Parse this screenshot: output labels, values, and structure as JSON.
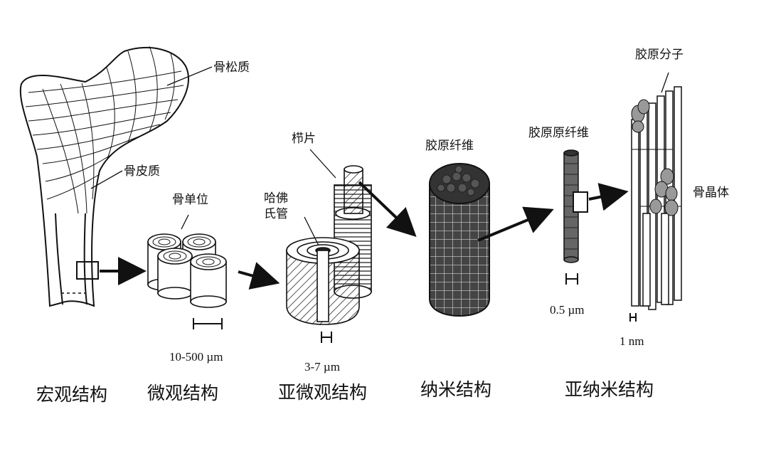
{
  "labels": {
    "cancellous_bone": "骨松质",
    "cortical_bone": "骨皮质",
    "osteon": "骨单位",
    "haversian_canal": "哈佛\n氏管",
    "lamella": "栉片",
    "collagen_fiber": "胶原纤维",
    "collagen_fibril": "胶原原纤维",
    "collagen_molecule": "胶原分子",
    "bone_crystal": "骨晶体"
  },
  "scales": {
    "micro": "10-500 µm",
    "submicro": "3-7 µm",
    "nano": "0.5 µm",
    "subnano": "1 nm"
  },
  "captions": {
    "macro": "宏观结构",
    "micro": "微观结构",
    "submicro": "亚微观结构",
    "nano": "纳米结构",
    "subnano": "亚纳米结构"
  }
}
